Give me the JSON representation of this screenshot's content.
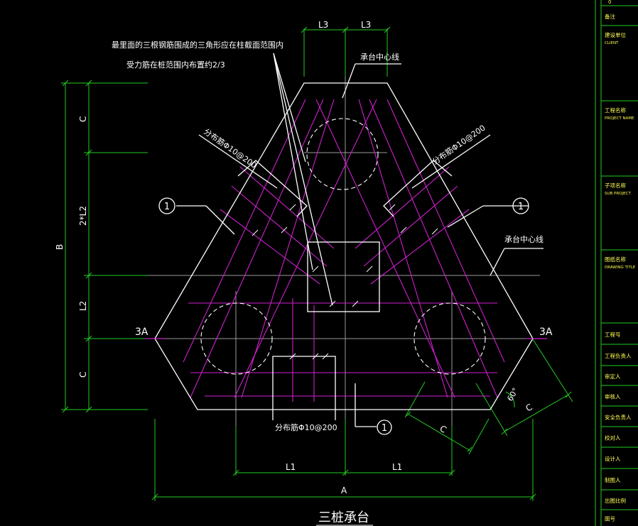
{
  "drawing": {
    "title": "三桩承台",
    "notes": {
      "note_line1": "最里面的三根钢筋围成的三角形应在柱截面范围内",
      "note_line2": "受力筋在桩范围内布置约2/3"
    },
    "labels": {
      "centerline_top": "承台中心线",
      "centerline_right": "承台中心线",
      "rebar_left": "分布筋Φ10@200",
      "rebar_right": "分布筋Φ10@200",
      "rebar_bottom": "分布筋Φ10@200",
      "mark_1": "1",
      "section_left": "3A",
      "section_right": "3A",
      "angle": "60°"
    },
    "dims": {
      "L3_left": "L3",
      "L3_right": "L3",
      "C_top": "C",
      "L2x2": "2*L2",
      "L2": "L2",
      "C_bottom": "C",
      "B": "B",
      "L1_left": "L1",
      "L1_right": "L1",
      "A": "A",
      "C_diag_a": "C",
      "C_diag_b": "C"
    },
    "colors": {
      "outline": "#ffffff",
      "rebar": "#d020d0",
      "dimension": "#22cc22",
      "gridline": "#9a9a9a",
      "pile": "#ffffff",
      "title_block": "#ffff55"
    }
  },
  "title_block": {
    "top_char": "0",
    "fields": [
      {
        "label": "备注",
        "sub": ""
      },
      {
        "label": "建设单位",
        "sub": "CLIENT"
      },
      {
        "label": "工程名称",
        "sub": "PROJECT NAME"
      },
      {
        "label": "子项名称",
        "sub": "SUB PROJECT"
      },
      {
        "label": "图纸名称",
        "sub": "DRAWING TITLE"
      },
      {
        "label": "工程号",
        "sub": ""
      },
      {
        "label": "工程负责人",
        "sub": ""
      },
      {
        "label": "审定人",
        "sub": ""
      },
      {
        "label": "审核人",
        "sub": ""
      },
      {
        "label": "安全负责人",
        "sub": ""
      },
      {
        "label": "校对人",
        "sub": ""
      },
      {
        "label": "设计人",
        "sub": ""
      },
      {
        "label": "制图人",
        "sub": ""
      },
      {
        "label": "出图比例",
        "sub": ""
      },
      {
        "label": "图号",
        "sub": ""
      }
    ]
  }
}
